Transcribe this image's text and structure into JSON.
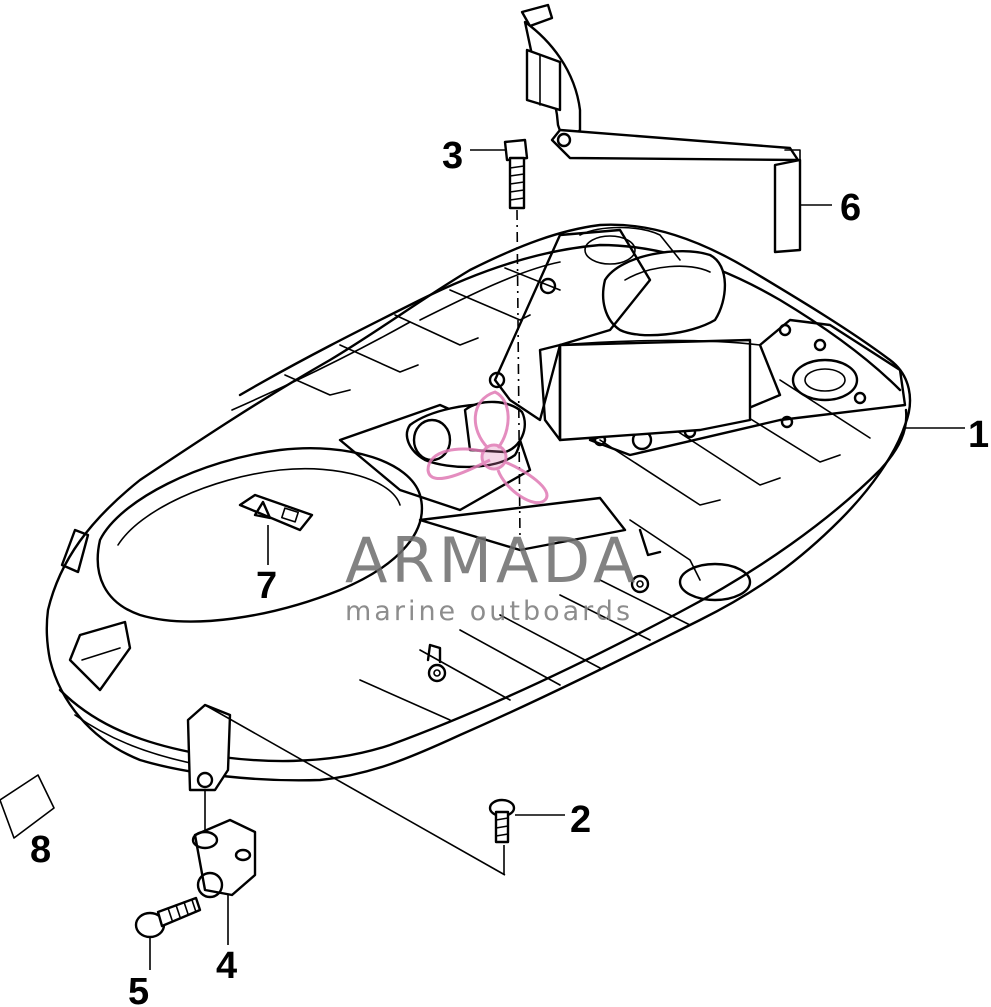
{
  "watermark": {
    "title": "ARMADA",
    "subtitle": "marine outboards",
    "logo_color": "#e07ab4",
    "text_color": "#6d6d6d"
  },
  "callouts": [
    {
      "id": "1",
      "label": "1"
    },
    {
      "id": "2",
      "label": "2"
    },
    {
      "id": "3",
      "label": "3"
    },
    {
      "id": "4",
      "label": "4"
    },
    {
      "id": "5",
      "label": "5"
    },
    {
      "id": "6",
      "label": "6"
    },
    {
      "id": "7",
      "label": "7"
    },
    {
      "id": "8",
      "label": "8"
    }
  ]
}
